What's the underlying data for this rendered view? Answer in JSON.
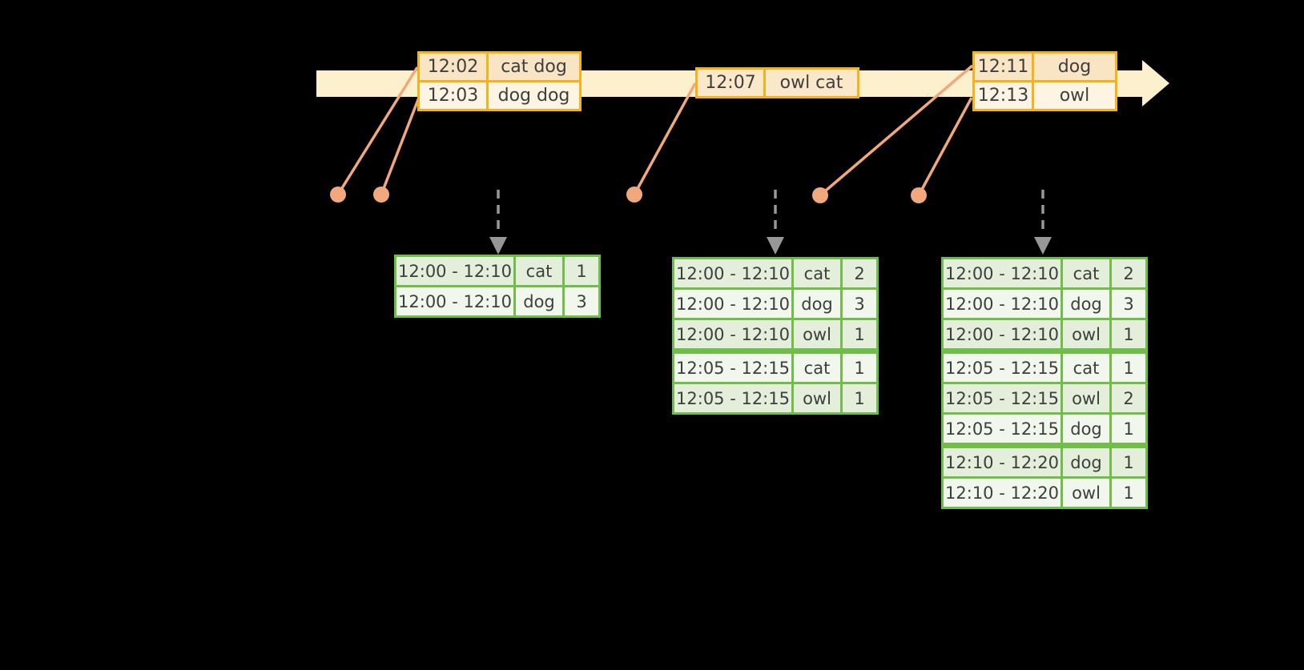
{
  "colors": {
    "background": "#000000",
    "timeline_fill": "#FCF1CC",
    "event_border": "#F2B31C",
    "event_row_dark": "#F9E4C4",
    "event_row_light": "#FDF4E3",
    "event_row_mid": "#FBE8CB",
    "result_border": "#6FBE48",
    "result_row_dark": "#E3EEDB",
    "result_row_light": "#F1F7ED",
    "connector": "#F0A87C",
    "dashed_arrow": "#979797",
    "text": "#3E3E3E"
  },
  "event_tables": [
    {
      "rows": [
        {
          "time": "12:02",
          "words": "cat dog",
          "shade": "dark"
        },
        {
          "time": "12:03",
          "words": "dog dog",
          "shade": "light"
        }
      ]
    },
    {
      "rows": [
        {
          "time": "12:07",
          "words": "owl cat",
          "shade": "mid"
        }
      ]
    },
    {
      "rows": [
        {
          "time": "12:11",
          "words": "dog",
          "shade": "dark"
        },
        {
          "time": "12:13",
          "words": "owl",
          "shade": "light"
        }
      ]
    }
  ],
  "result_tables": [
    {
      "rows": [
        {
          "window": "12:00 - 12:10",
          "word": "cat",
          "count": "1",
          "shade": "dark"
        },
        {
          "window": "12:00 - 12:10",
          "word": "dog",
          "count": "3",
          "shade": "light"
        }
      ]
    },
    {
      "rows": [
        {
          "window": "12:00 - 12:10",
          "word": "cat",
          "count": "2",
          "shade": "dark"
        },
        {
          "window": "12:00 - 12:10",
          "word": "dog",
          "count": "3",
          "shade": "light"
        },
        {
          "window": "12:00 - 12:10",
          "word": "owl",
          "count": "1",
          "shade": "dark"
        },
        {
          "window": "12:05 - 12:15",
          "word": "cat",
          "count": "1",
          "shade": "light",
          "group_start": true
        },
        {
          "window": "12:05 - 12:15",
          "word": "owl",
          "count": "1",
          "shade": "dark"
        }
      ]
    },
    {
      "rows": [
        {
          "window": "12:00 - 12:10",
          "word": "cat",
          "count": "2",
          "shade": "dark"
        },
        {
          "window": "12:00 - 12:10",
          "word": "dog",
          "count": "3",
          "shade": "light"
        },
        {
          "window": "12:00 - 12:10",
          "word": "owl",
          "count": "1",
          "shade": "dark"
        },
        {
          "window": "12:05 - 12:15",
          "word": "cat",
          "count": "1",
          "shade": "light",
          "group_start": true
        },
        {
          "window": "12:05 - 12:15",
          "word": "owl",
          "count": "2",
          "shade": "dark"
        },
        {
          "window": "12:05 - 12:15",
          "word": "dog",
          "count": "1",
          "shade": "light"
        },
        {
          "window": "12:10 - 12:20",
          "word": "dog",
          "count": "1",
          "shade": "dark",
          "group_start": true
        },
        {
          "window": "12:10 - 12:20",
          "word": "owl",
          "count": "1",
          "shade": "light"
        }
      ]
    }
  ]
}
